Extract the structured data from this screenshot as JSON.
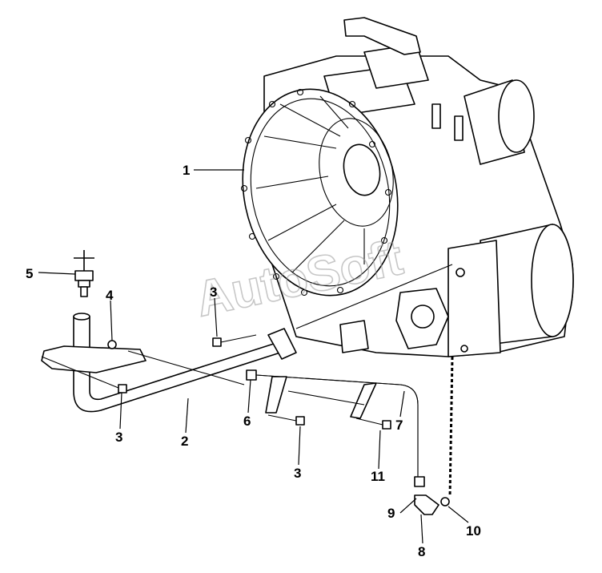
{
  "watermark": "AutoSoft",
  "callouts": [
    {
      "id": "label-1",
      "text": "1"
    },
    {
      "id": "label-2",
      "text": "2"
    },
    {
      "id": "label-3-top",
      "text": "3"
    },
    {
      "id": "label-3-left",
      "text": "3"
    },
    {
      "id": "label-3-bottom",
      "text": "3"
    },
    {
      "id": "label-4",
      "text": "4"
    },
    {
      "id": "label-5",
      "text": "5"
    },
    {
      "id": "label-6",
      "text": "6"
    },
    {
      "id": "label-7",
      "text": "7"
    },
    {
      "id": "label-8",
      "text": "8"
    },
    {
      "id": "label-9",
      "text": "9"
    },
    {
      "id": "label-10",
      "text": "10"
    },
    {
      "id": "label-11",
      "text": "11"
    }
  ]
}
